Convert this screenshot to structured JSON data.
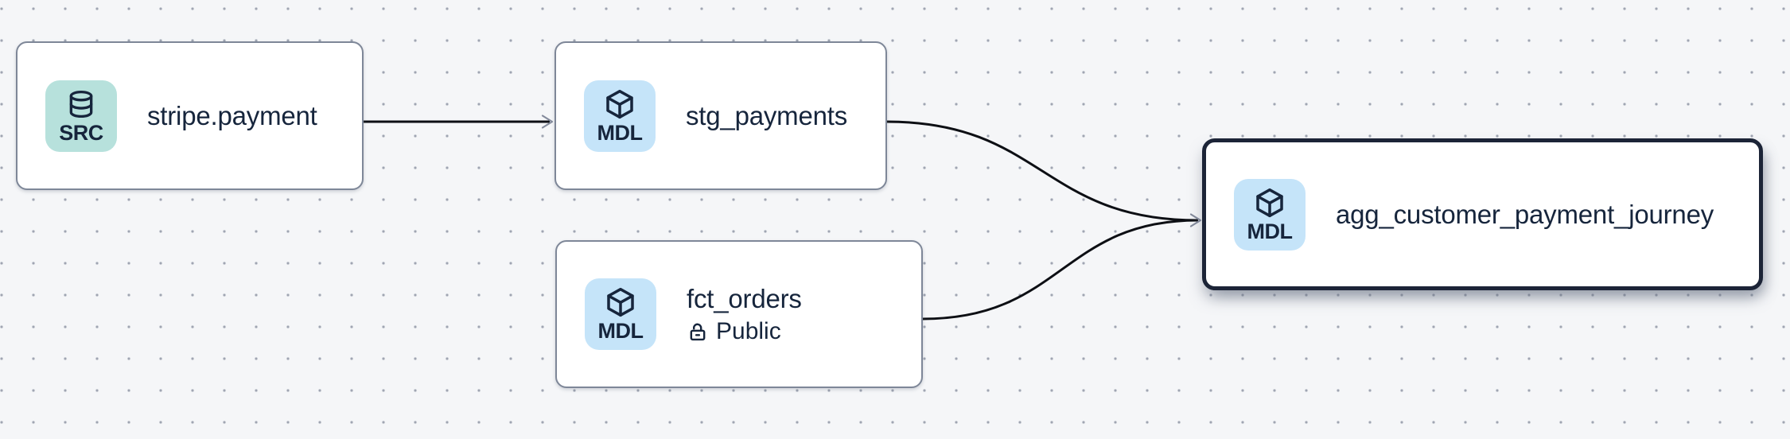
{
  "diagram": {
    "kind": "data-lineage-graph",
    "colors": {
      "canvas_background": "#f5f6f8",
      "grid_dot": "#8a91a0",
      "edge": "#0d0f14",
      "arrowhead": "#848b9c",
      "node_background": "#ffffff",
      "node_border": "#7e8798",
      "selected_node_border": "#1c2437",
      "text": "#16253c",
      "source_badge": "#b7e1dc",
      "model_badge": "#c5e4f9"
    },
    "nodes": [
      {
        "id": "stripe.payment",
        "title": "stripe.payment",
        "badge_label": "SRC",
        "badge_color": "#b7e1dc",
        "icon": "database-icon",
        "type": "source",
        "selected": false
      },
      {
        "id": "stg_payments",
        "title": "stg_payments",
        "badge_label": "MDL",
        "badge_color": "#c5e4f9",
        "icon": "cube-icon",
        "type": "model",
        "selected": false
      },
      {
        "id": "fct_orders",
        "title": "fct_orders",
        "badge_label": "MDL",
        "badge_color": "#c5e4f9",
        "icon": "cube-icon",
        "type": "model",
        "access_label": "Public",
        "access_icon": "lock-open-icon",
        "selected": false
      },
      {
        "id": "agg_customer_payment_journey",
        "title": "agg_customer_payment_journey",
        "badge_label": "MDL",
        "badge_color": "#c5e4f9",
        "icon": "cube-icon",
        "type": "model",
        "selected": true
      }
    ],
    "edges": [
      {
        "source": "stripe.payment",
        "target": "stg_payments"
      },
      {
        "source": "stg_payments",
        "target": "agg_customer_payment_journey"
      },
      {
        "source": "fct_orders",
        "target": "agg_customer_payment_journey"
      }
    ]
  }
}
